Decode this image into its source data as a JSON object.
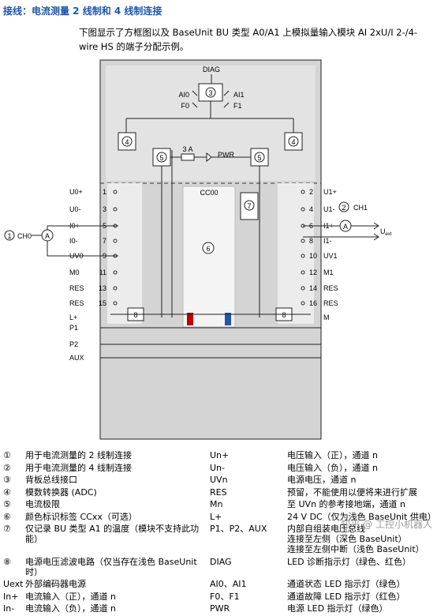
{
  "heading": "接线：电流测量 2 线制和 4 线制连接",
  "intro": "下图显示了方框图以及 BaseUnit BU 类型 A0/A1 上模拟量输入模块 AI 2xU/I 2-/4-wire HS 的端子分配示例。",
  "diagram": {
    "diag_label": "DIAG",
    "ai0": "AI0",
    "ai1": "AI1",
    "f0": "F0",
    "f1": "F1",
    "fuse": "3 A",
    "pwr": "PWR",
    "cc": "CC00",
    "ch0": "CH0",
    "ch1": "CH1",
    "uext": "U",
    "uext_sub": "ext",
    "amp": "A",
    "callouts": {
      "c1": "1",
      "c2": "2",
      "c3": "3",
      "c4": "4",
      "c5": "5",
      "c6": "6",
      "c7": "7",
      "c8": "8"
    },
    "left_terminals": [
      {
        "label": "U0+",
        "num": "1"
      },
      {
        "label": "U0-",
        "num": "3"
      },
      {
        "label": "I0+",
        "num": "5"
      },
      {
        "label": "I0-",
        "num": "7"
      },
      {
        "label": "UV0",
        "num": "9"
      },
      {
        "label": "M0",
        "num": "11"
      },
      {
        "label": "RES",
        "num": "13"
      },
      {
        "label": "RES",
        "num": "15"
      },
      {
        "label": "L+",
        "num": ""
      },
      {
        "label": "P1",
        "num": ""
      },
      {
        "label": "P2",
        "num": ""
      },
      {
        "label": "AUX",
        "num": ""
      }
    ],
    "right_terminals": [
      {
        "label": "U1+",
        "num": "2"
      },
      {
        "label": "U1-",
        "num": "4"
      },
      {
        "label": "I1+",
        "num": "6"
      },
      {
        "label": "I1-",
        "num": "8"
      },
      {
        "label": "UV1",
        "num": "10"
      },
      {
        "label": "M1",
        "num": "12"
      },
      {
        "label": "RES",
        "num": "14"
      },
      {
        "label": "RES",
        "num": "16"
      },
      {
        "label": "M",
        "num": ""
      }
    ]
  },
  "legend": [
    {
      "m": "①",
      "d": "用于电流测量的 2 线制连接",
      "s": "Un+",
      "e": "电压输入（正），通道 n"
    },
    {
      "m": "②",
      "d": "用于电流测量的 4 线制连接",
      "s": "Un-",
      "e": "电压输入（负），通道 n"
    },
    {
      "m": "③",
      "d": "背板总线接口",
      "s": "UVn",
      "e": "电源电压，通道 n"
    },
    {
      "m": "④",
      "d": "模数转换器 (ADC)",
      "s": "RES",
      "e": "预留，不能使用以便将来进行扩展"
    },
    {
      "m": "⑤",
      "d": "电流极限",
      "s": "Mn",
      "e": "至 UVn 的参考接地端，通道 n"
    },
    {
      "m": "⑥",
      "d": "颜色标识标签 CCxx（可选）",
      "s": "L+",
      "e": "24 V DC（仅为浅色 BaseUnit 供电）"
    },
    {
      "m": "⑦",
      "d": "仅记录 BU 类型 A1 的温度（模块不支持此功能）",
      "s": "P1、P2、AUX",
      "e": "内部自组装电压总线\n连接至左侧（深色 BaseUnit）\n连接至左侧中断（浅色 BaseUnit）"
    },
    {
      "m": "⑧",
      "d": "电源电压滤波电路（仅当存在浅色 BaseUnit 时）",
      "s": "DIAG",
      "e": "LED 诊断指示灯（绿色、红色）"
    },
    {
      "m": "Uext",
      "d": "外部编码器电源",
      "s": "AI0、AI1",
      "e": "通道状态 LED 指示灯（绿色）"
    },
    {
      "m": "In+",
      "d": "电流输入（正），通道 n",
      "s": "F0、F1",
      "e": "通道故障 LED 指示灯（红色）"
    },
    {
      "m": "In-",
      "d": "电流输入（负），通道 n",
      "s": "PWR",
      "e": "电源 LED 指示灯（绿色）"
    }
  ],
  "watermark": "知乎 @ 工控小机器人"
}
